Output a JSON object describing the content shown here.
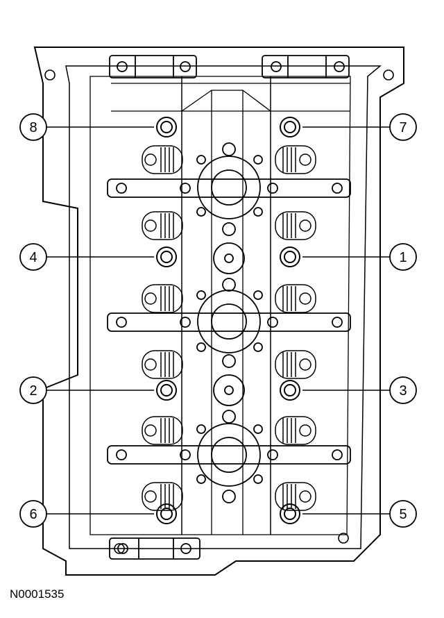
{
  "figure": {
    "id": "N0001535"
  },
  "callouts": [
    {
      "number": "8",
      "side": "left",
      "row": "front"
    },
    {
      "number": "7",
      "side": "right",
      "row": "front"
    },
    {
      "number": "4",
      "side": "left",
      "row": "upper-middle"
    },
    {
      "number": "1",
      "side": "right",
      "row": "upper-middle"
    },
    {
      "number": "2",
      "side": "left",
      "row": "lower-middle"
    },
    {
      "number": "3",
      "side": "right",
      "row": "lower-middle"
    },
    {
      "number": "6",
      "side": "left",
      "row": "rear"
    },
    {
      "number": "5",
      "side": "right",
      "row": "rear"
    }
  ],
  "colors": {
    "line": "#000000",
    "background": "#ffffff"
  }
}
